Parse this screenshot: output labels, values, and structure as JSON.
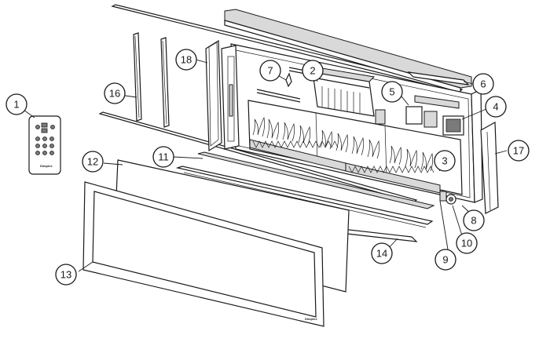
{
  "diagram": {
    "callouts": [
      {
        "id": "c1",
        "label": "1"
      },
      {
        "id": "c2",
        "label": "2"
      },
      {
        "id": "c3",
        "label": "3"
      },
      {
        "id": "c4",
        "label": "4"
      },
      {
        "id": "c5",
        "label": "5"
      },
      {
        "id": "c6",
        "label": "6"
      },
      {
        "id": "c7",
        "label": "7"
      },
      {
        "id": "c8",
        "label": "8"
      },
      {
        "id": "c9",
        "label": "9"
      },
      {
        "id": "c10",
        "label": "10"
      },
      {
        "id": "c11",
        "label": "11"
      },
      {
        "id": "c12",
        "label": "12"
      },
      {
        "id": "c13",
        "label": "13"
      },
      {
        "id": "c14",
        "label": "14"
      },
      {
        "id": "c16",
        "label": "16"
      },
      {
        "id": "c17",
        "label": "17"
      },
      {
        "id": "c18",
        "label": "18"
      }
    ],
    "remote_brand": "Dimplex",
    "frame_brand": "Dimplex"
  }
}
